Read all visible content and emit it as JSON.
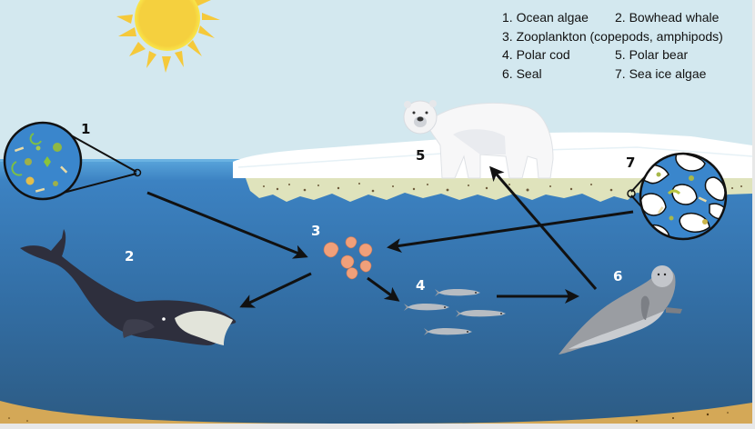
{
  "legend": {
    "items": [
      {
        "id": 1,
        "label": "1. Ocean algae"
      },
      {
        "id": 2,
        "label": "2. Bowhead whale"
      },
      {
        "id": 3,
        "label": "3. Zooplankton (copepods, amphipods)"
      },
      {
        "id": 4,
        "label": "4. Polar cod"
      },
      {
        "id": 5,
        "label": "5. Polar bear"
      },
      {
        "id": 6,
        "label": "6. Seal"
      },
      {
        "id": 7,
        "label": "7. Sea ice algae"
      }
    ]
  },
  "numbers": {
    "n1": "1",
    "n2": "2",
    "n3": "3",
    "n4": "4",
    "n5": "5",
    "n6": "6",
    "n7": "7"
  },
  "organisms": {
    "ocean_algae": "ocean-algae-magnifier",
    "bowhead_whale": "bowhead-whale",
    "zooplankton": "zooplankton-cluster",
    "polar_cod": "polar-cod-school",
    "polar_bear": "polar-bear",
    "seal": "seal",
    "sea_ice_algae": "sea-ice-algae-magnifier"
  },
  "arrows": [
    {
      "from": "ocean-algae",
      "to": "zooplankton"
    },
    {
      "from": "sea-ice-algae",
      "to": "zooplankton"
    },
    {
      "from": "zooplankton",
      "to": "bowhead-whale"
    },
    {
      "from": "zooplankton",
      "to": "polar-cod"
    },
    {
      "from": "polar-cod",
      "to": "seal"
    },
    {
      "from": "seal",
      "to": "polar-bear"
    }
  ],
  "colors": {
    "sky": "#d3e8ef",
    "water_top": "#4a95d0",
    "water_bottom": "#2c5d86",
    "sand": "#d4a857",
    "ice": "#ffffff",
    "ice_algae_band": "#dfe3bc",
    "sun": "#f5d03e",
    "arrow": "#111111"
  }
}
